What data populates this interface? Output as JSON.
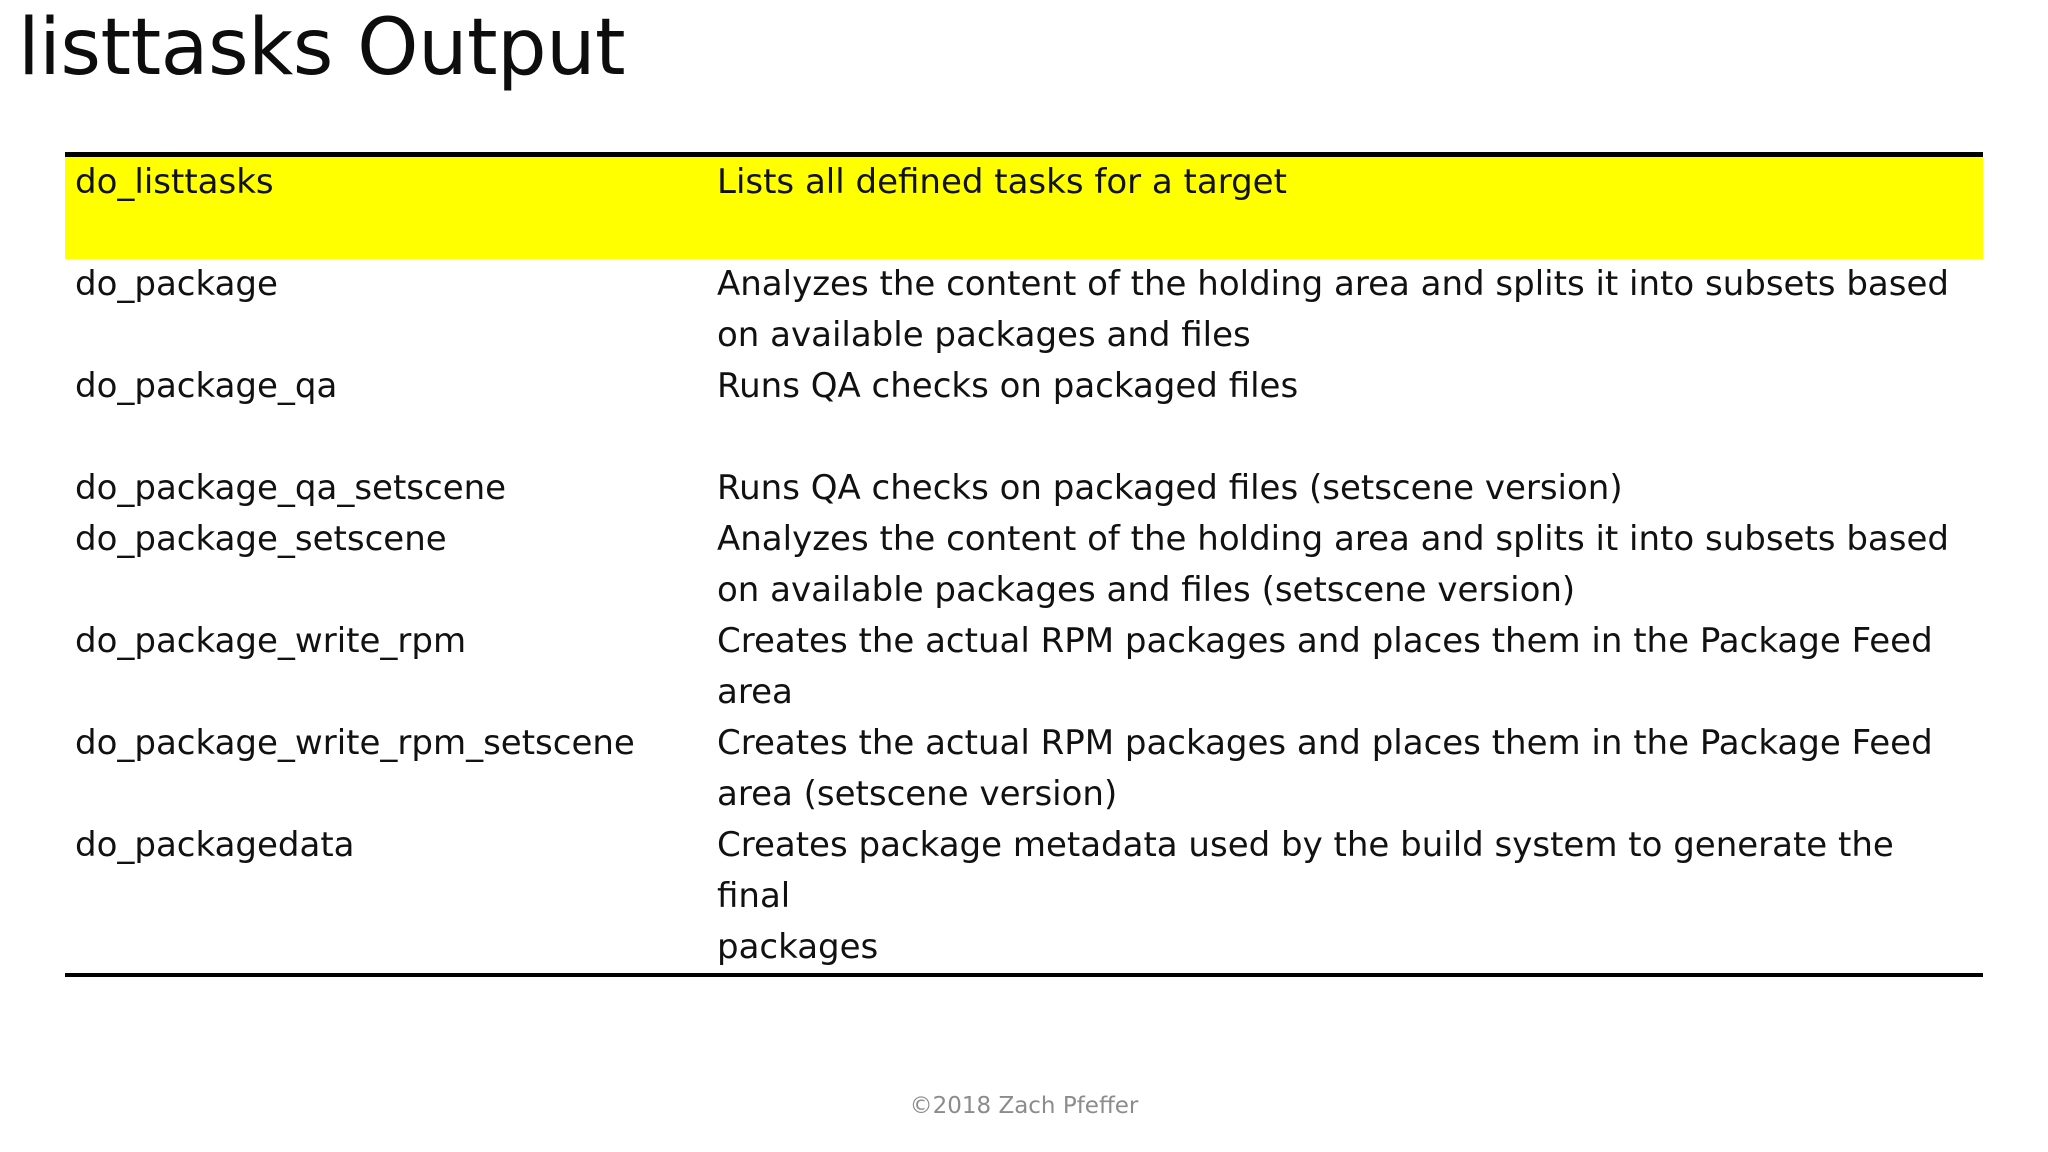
{
  "slide": {
    "title": "listtasks Output",
    "footer_credit": "©2018 Zach Pfeffer",
    "highlight_color": "#ffff00",
    "rule_color": "#000000",
    "text_color": "#111111",
    "footer_color": "#8c8c8c"
  },
  "table": {
    "rows": [
      {
        "name": "do_listtasks",
        "desc_lines": [
          "Lists all defined tasks for a target",
          ""
        ],
        "highlighted": true
      },
      {
        "name": "do_package",
        "desc_lines": [
          "Analyzes the content of the holding area and splits it into subsets based",
          "on available packages and files"
        ],
        "highlighted": false
      },
      {
        "name": "do_package_qa",
        "desc_lines": [
          "Runs QA checks on packaged files",
          ""
        ],
        "highlighted": false
      },
      {
        "name": "do_package_qa_setscene",
        "desc_lines": [
          "Runs QA checks on packaged files (setscene version)"
        ],
        "highlighted": false
      },
      {
        "name": "do_package_setscene",
        "desc_lines": [
          "Analyzes the content of the holding area and splits it into subsets based",
          "on available packages and files (setscene version)"
        ],
        "highlighted": false
      },
      {
        "name": "do_package_write_rpm",
        "desc_lines": [
          "Creates the actual RPM packages and places them in the Package Feed",
          "area"
        ],
        "highlighted": false
      },
      {
        "name": "do_package_write_rpm_setscene",
        "desc_lines": [
          "Creates the actual RPM packages and places them in the Package Feed",
          "area (setscene version)"
        ],
        "highlighted": false
      },
      {
        "name": "do_packagedata",
        "desc_lines": [
          "Creates package metadata used by the build system to generate the final",
          "packages"
        ],
        "highlighted": false
      }
    ]
  }
}
